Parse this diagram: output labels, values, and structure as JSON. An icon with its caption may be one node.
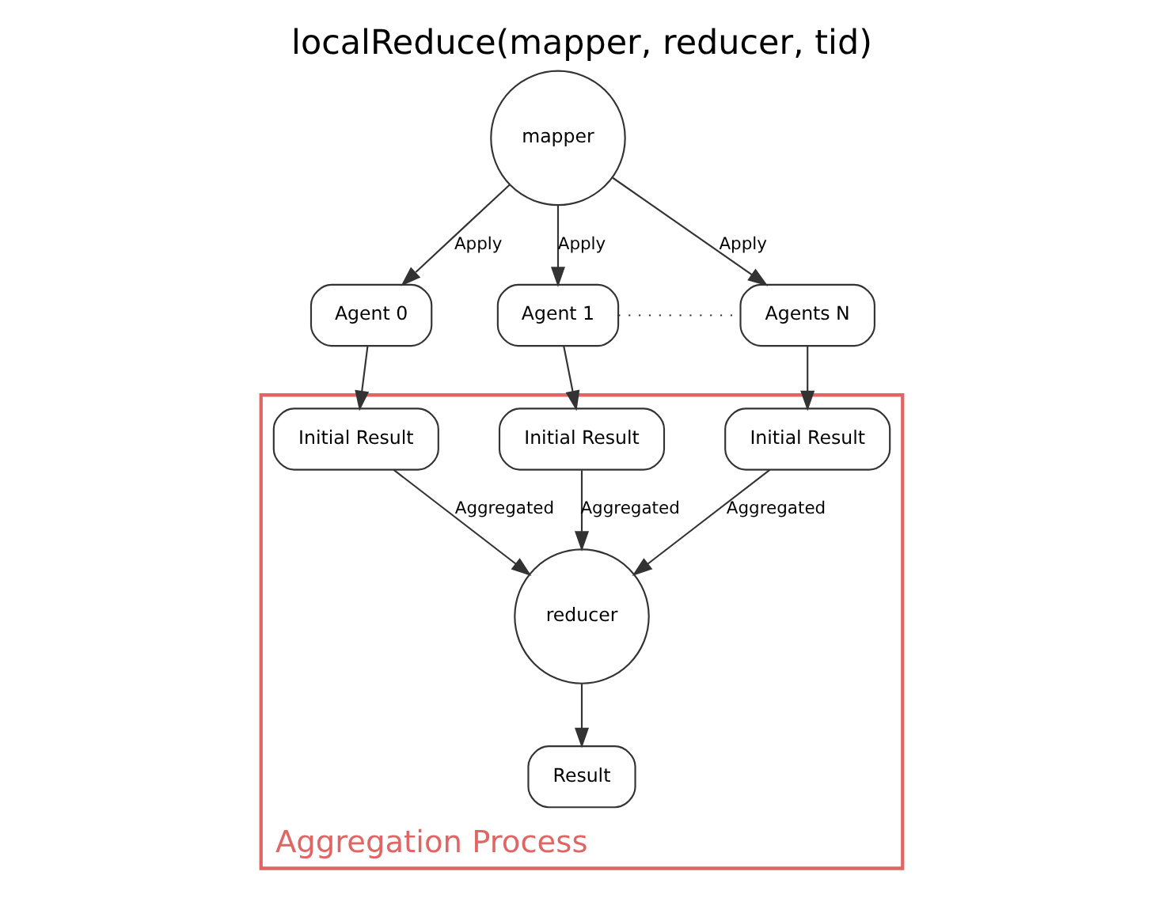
{
  "diagram": {
    "title": "localReduce(mapper, reducer, tid)",
    "nodes": [
      {
        "text": [
          "mapper"
        ]
      },
      {
        "text": [
          "Agent 0"
        ]
      },
      {
        "text": [
          "Agent 1"
        ]
      },
      {
        "text": [
          "Agents N"
        ]
      },
      {
        "text": [
          "Aggregation Process"
        ]
      },
      {
        "text": [
          "Initial Result"
        ],
        "in": 4
      },
      {
        "text": [
          "Initial Result"
        ],
        "in": 4
      },
      {
        "text": [
          "Initial Result"
        ],
        "in": 4
      },
      {
        "text": [
          "reducer"
        ],
        "in": 4
      },
      {
        "text": [
          "Result"
        ],
        "in": 4
      }
    ],
    "edges": [
      {
        "from": 0,
        "to": 1,
        "arrow": "to",
        "label": "Apply"
      },
      {
        "from": 0,
        "to": 2,
        "arrow": "to",
        "label": "Apply"
      },
      {
        "from": 0,
        "to": 3,
        "arrow": "to",
        "label": "Apply"
      },
      {
        "from": 2,
        "to": 3,
        "arrow": "none",
        "style": "dashed"
      },
      {
        "from": 1,
        "to": 5,
        "arrow": "to"
      },
      {
        "from": 2,
        "to": 6,
        "arrow": "to"
      },
      {
        "from": 3,
        "to": 7,
        "arrow": "to"
      },
      {
        "from": 5,
        "to": 8,
        "arrow": "to",
        "label": "Aggregated"
      },
      {
        "from": 6,
        "to": 8,
        "arrow": "to",
        "label": "Aggregated"
      },
      {
        "from": 7,
        "to": 8,
        "arrow": "to",
        "label": "Aggregated"
      },
      {
        "from": 8,
        "to": 9,
        "arrow": "to"
      }
    ]
  }
}
